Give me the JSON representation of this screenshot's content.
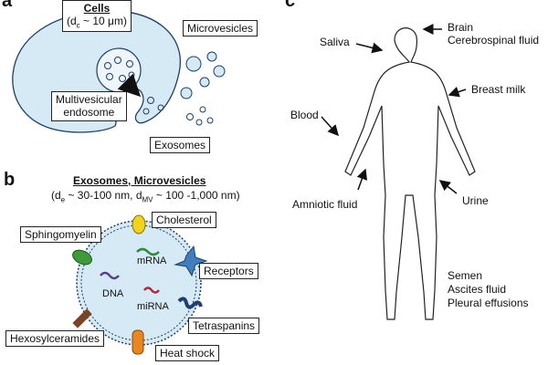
{
  "panels": {
    "a": "a",
    "b": "b",
    "c": "c"
  },
  "panel_a": {
    "cells_title": "Cells",
    "cells_size": "(d",
    "cells_size_sub": "c",
    "cells_size_rest": " ~ 10 μm)",
    "microvesicles": "Microvesicles",
    "mve_line1": "Multivesicular",
    "mve_line2": "endosome",
    "exosomes": "Exosomes"
  },
  "panel_b": {
    "title": "Exosomes, Microvesicles",
    "size_d": "(d",
    "size_e_sub": "e",
    "size_mid": " ~ 30-100 nm, d",
    "size_mv_sub": "MV",
    "size_end": " ~ 100 -1,000 nm)",
    "sphingomyelin": "Sphingomyelin",
    "cholesterol": "Cholesterol",
    "receptors": "Receptors",
    "tetraspanins": "Tetraspanins",
    "hexosylceramides": "Hexosylceramides",
    "heat_shock": "Heat shock",
    "mrna": "mRNA",
    "dna": "DNA",
    "mirna": "miRNA"
  },
  "panel_c": {
    "saliva": "Saliva",
    "brain": "Brain",
    "csf": "Cerebrospinal fluid",
    "breast_milk": "Breast milk",
    "blood": "Blood",
    "amniotic": "Amniotic fluid",
    "urine": "Urine",
    "semen": "Semen",
    "ascites": "Ascites fluid",
    "pleural": "Pleural effusions"
  },
  "colors": {
    "cell_fill": "#d6eaf6",
    "vesicle_fill": "#d6eaf6",
    "cholesterol": "#f2d21a",
    "sphingomyelin": "#3f9a3a",
    "receptors": "#3f7fc0",
    "tetraspanins": "#1f3f73",
    "hexosylceramides": "#7a4424",
    "heat_shock": "#e88722",
    "mrna": "#2e8b3e",
    "dna": "#5b3b8c",
    "mirna": "#b3293a"
  }
}
